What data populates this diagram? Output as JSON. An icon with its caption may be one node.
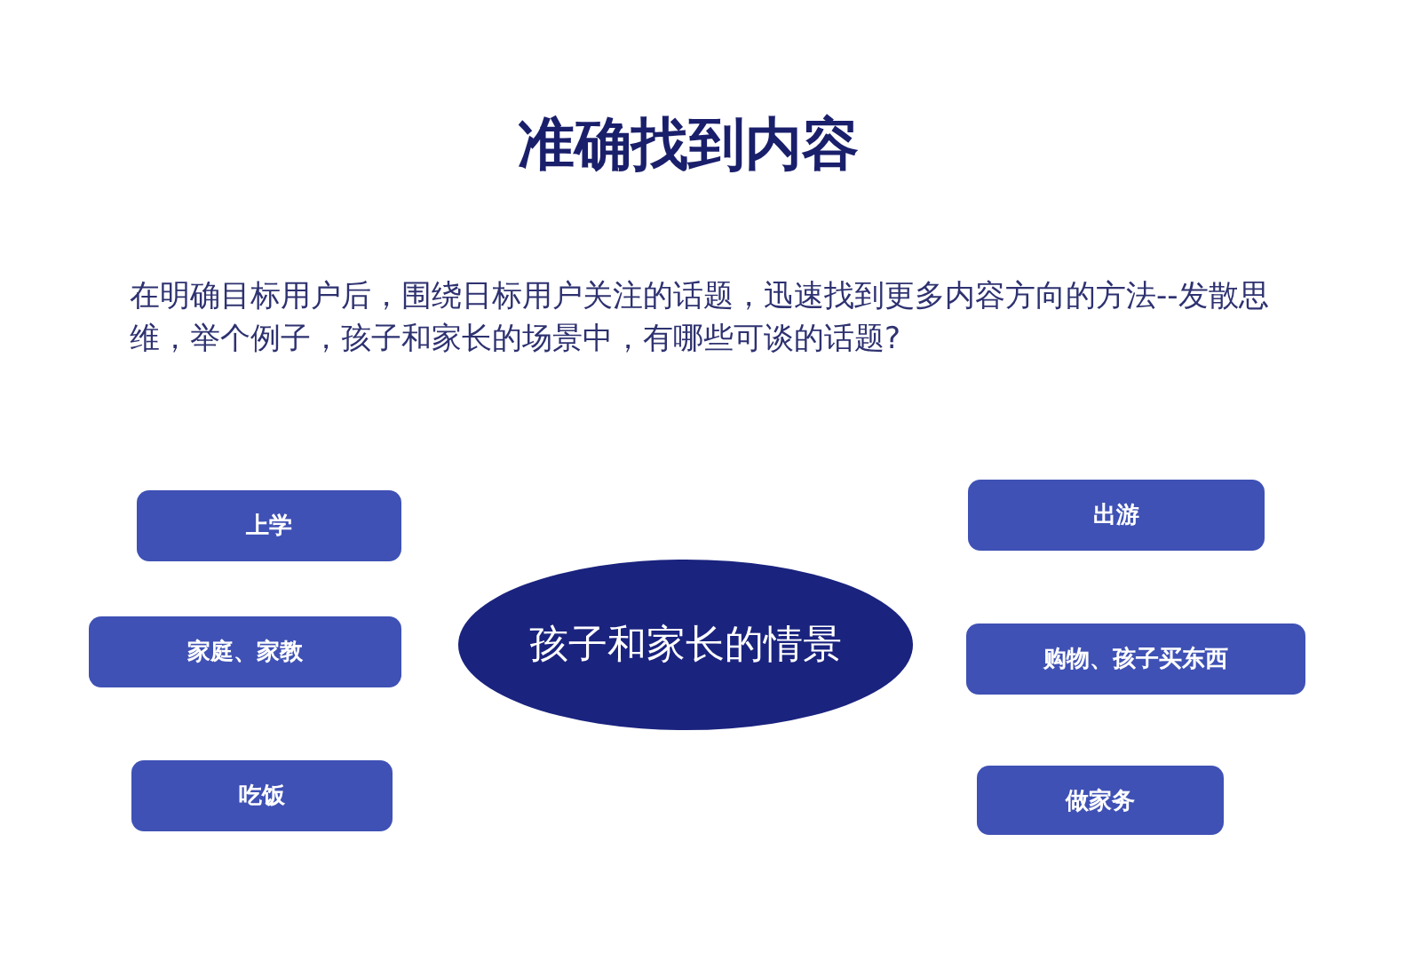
{
  "diagram": {
    "title": "准确找到内容",
    "nodes": [
      {
        "text": [
          "上学"
        ]
      },
      {
        "text": [
          "家庭、家教"
        ]
      },
      {
        "text": [
          "吃饭"
        ]
      },
      {
        "text": [
          "孩子和家长的情景"
        ]
      },
      {
        "text": [
          "出游"
        ]
      },
      {
        "text": [
          "购物、孩子买东西"
        ]
      },
      {
        "text": [
          "做家务"
        ]
      }
    ],
    "edges": [],
    "labels": [
      "在明确目标用户后，围绕日标用户关注的话题，迅速找到更多内容方向的方法--发散思维，举个例子，孩子和家长的场景中，有哪些可谈的话题?"
    ]
  }
}
